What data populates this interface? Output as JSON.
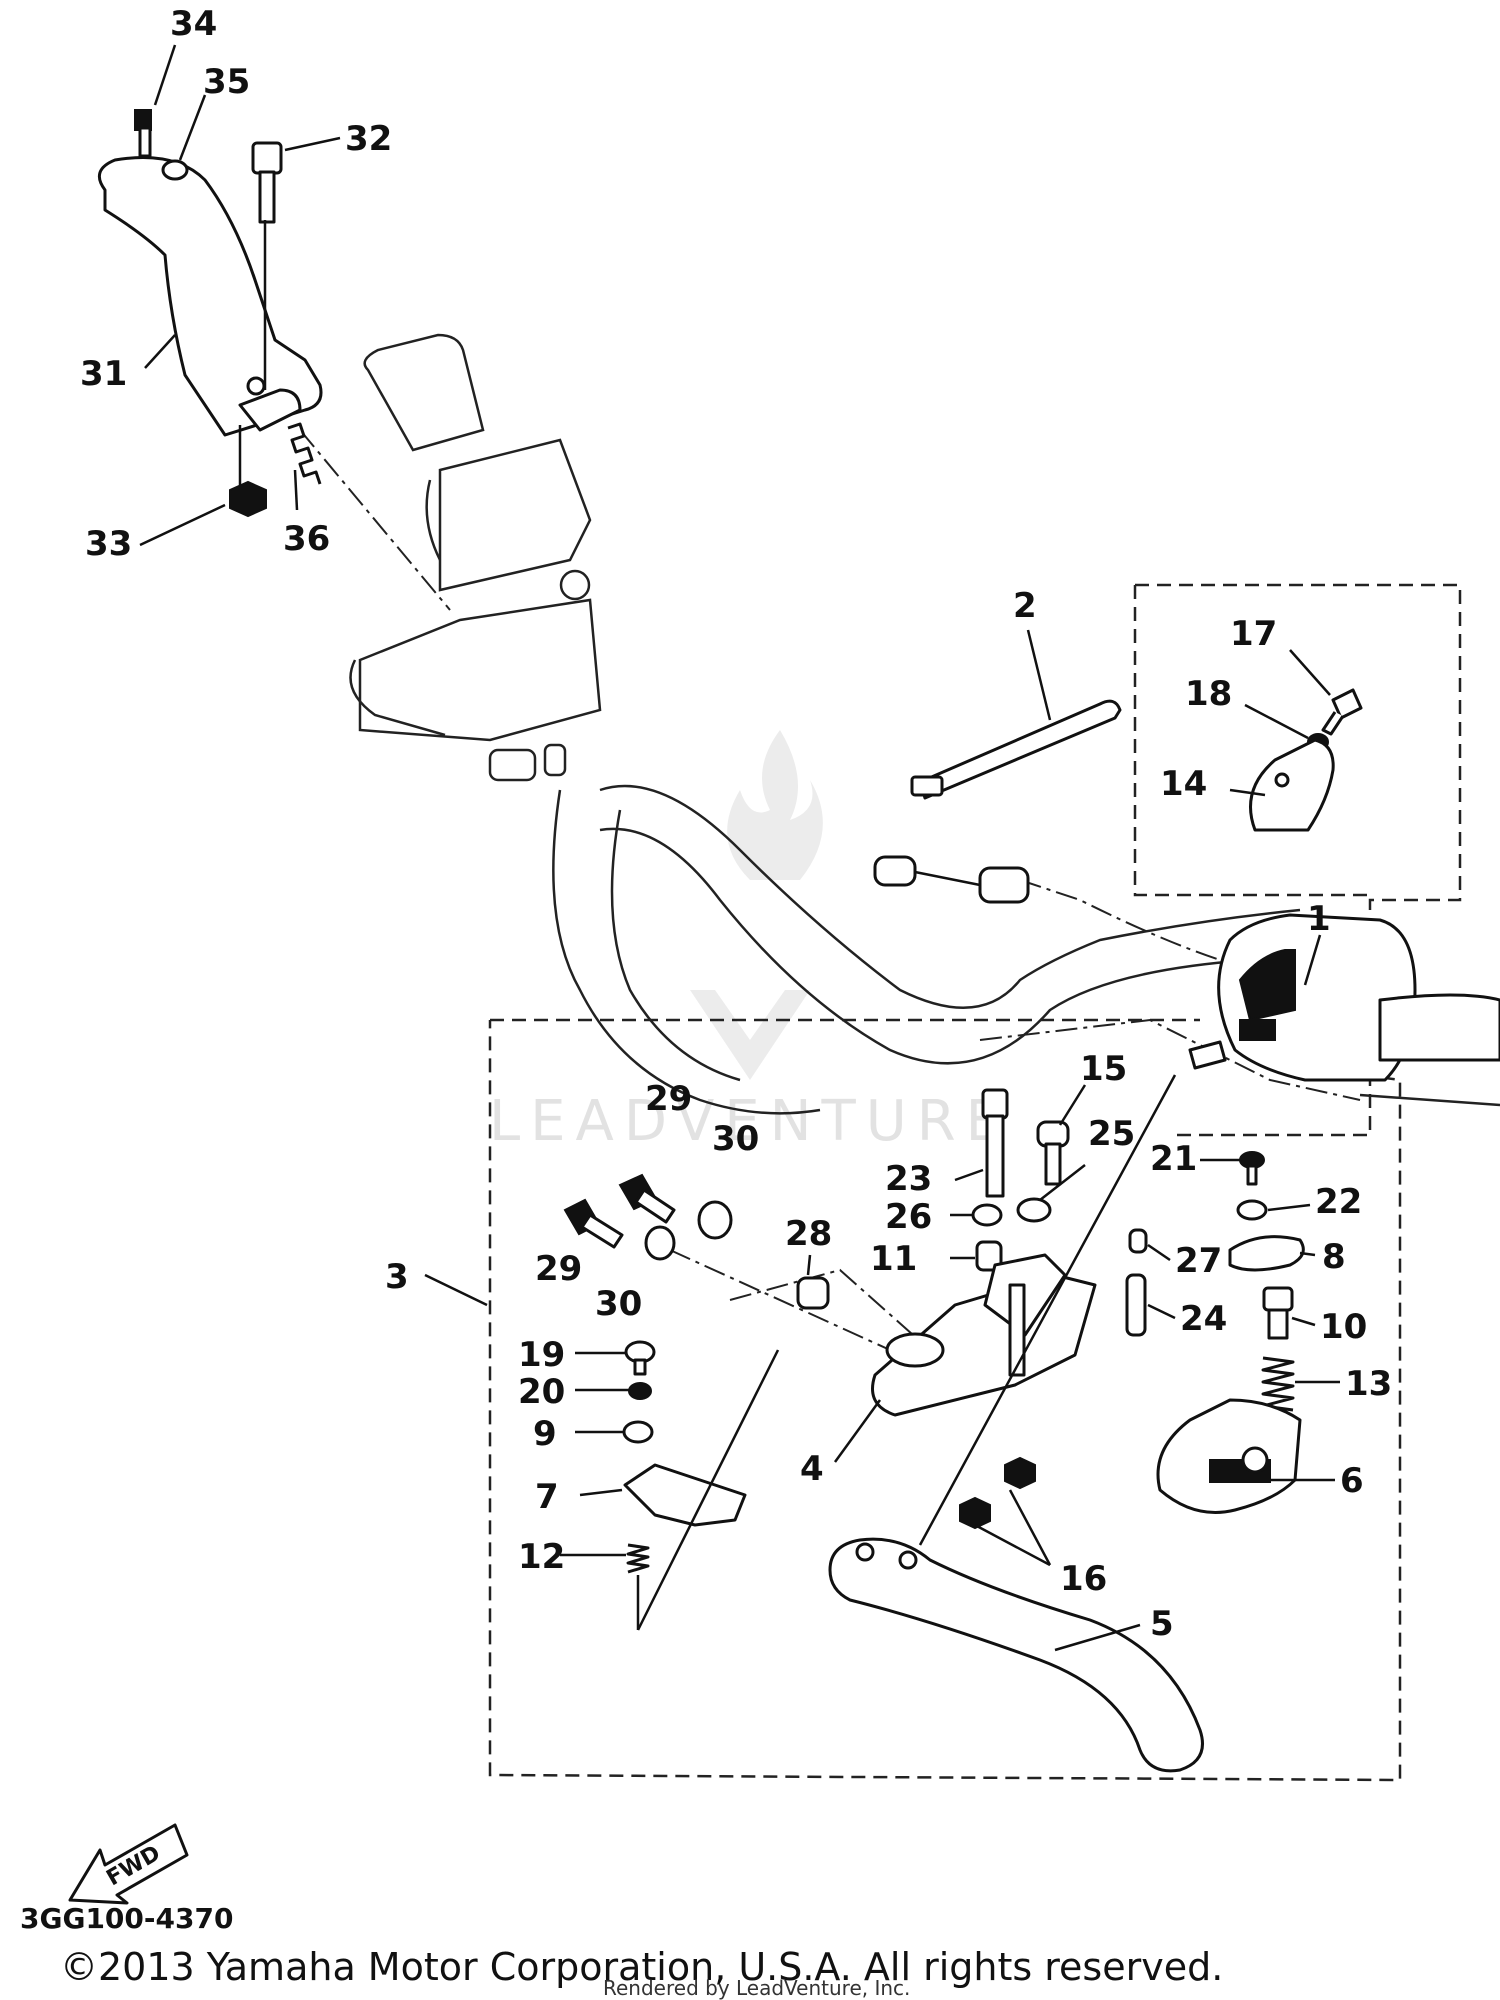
{
  "diagram": {
    "diagram_code": "3GG100-4370",
    "copyright": "©2013 Yamaha Motor Corporation, U.S.A. All rights reserved.",
    "rendered_by": "Rendered by LeadVenture, Inc.",
    "fwd_label": "FWD",
    "watermark": "LEADVENTURE",
    "callouts": [
      {
        "id": "c34",
        "label": "34"
      },
      {
        "id": "c35",
        "label": "35"
      },
      {
        "id": "c32",
        "label": "32"
      },
      {
        "id": "c31",
        "label": "31"
      },
      {
        "id": "c33",
        "label": "33"
      },
      {
        "id": "c36",
        "label": "36"
      },
      {
        "id": "c2",
        "label": "2"
      },
      {
        "id": "c17",
        "label": "17"
      },
      {
        "id": "c18",
        "label": "18"
      },
      {
        "id": "c14",
        "label": "14"
      },
      {
        "id": "c1",
        "label": "1"
      },
      {
        "id": "c15",
        "label": "15"
      },
      {
        "id": "c29a",
        "label": "29"
      },
      {
        "id": "c30a",
        "label": "30"
      },
      {
        "id": "c25",
        "label": "25"
      },
      {
        "id": "c23",
        "label": "23"
      },
      {
        "id": "c21",
        "label": "21"
      },
      {
        "id": "c26",
        "label": "26"
      },
      {
        "id": "c22",
        "label": "22"
      },
      {
        "id": "c28",
        "label": "28"
      },
      {
        "id": "c29b",
        "label": "29"
      },
      {
        "id": "c30b",
        "label": "30"
      },
      {
        "id": "c11",
        "label": "11"
      },
      {
        "id": "c27",
        "label": "27"
      },
      {
        "id": "c8",
        "label": "8"
      },
      {
        "id": "c3",
        "label": "3"
      },
      {
        "id": "c24",
        "label": "24"
      },
      {
        "id": "c10",
        "label": "10"
      },
      {
        "id": "c19",
        "label": "19"
      },
      {
        "id": "c20",
        "label": "20"
      },
      {
        "id": "c13",
        "label": "13"
      },
      {
        "id": "c9",
        "label": "9"
      },
      {
        "id": "c4",
        "label": "4"
      },
      {
        "id": "c6",
        "label": "6"
      },
      {
        "id": "c7",
        "label": "7"
      },
      {
        "id": "c12",
        "label": "12"
      },
      {
        "id": "c16",
        "label": "16"
      },
      {
        "id": "c5",
        "label": "5"
      }
    ]
  }
}
